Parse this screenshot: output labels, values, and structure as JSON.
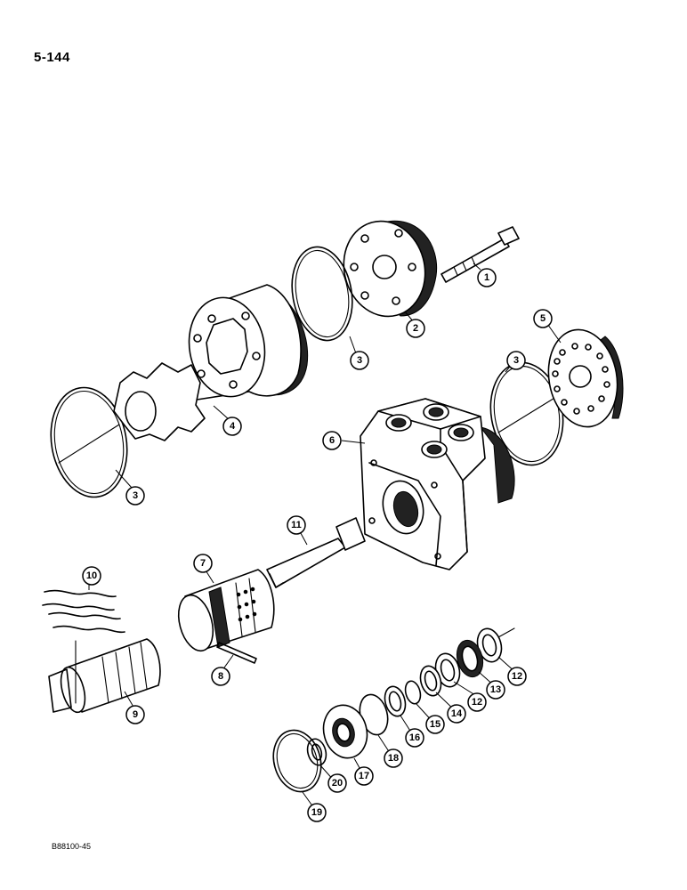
{
  "page_number": "5-144",
  "figure_code": "B88100-45",
  "callouts": [
    {
      "id": "c1",
      "label": "1"
    },
    {
      "id": "c2",
      "label": "2"
    },
    {
      "id": "c3a",
      "label": "3"
    },
    {
      "id": "c3b",
      "label": "3"
    },
    {
      "id": "c3c",
      "label": "3"
    },
    {
      "id": "c4",
      "label": "4"
    },
    {
      "id": "c5",
      "label": "5"
    },
    {
      "id": "c6",
      "label": "6"
    },
    {
      "id": "c7",
      "label": "7"
    },
    {
      "id": "c8",
      "label": "8"
    },
    {
      "id": "c9",
      "label": "9"
    },
    {
      "id": "c10",
      "label": "10"
    },
    {
      "id": "c11",
      "label": "11"
    },
    {
      "id": "c12a",
      "label": "12"
    },
    {
      "id": "c12b",
      "label": "12"
    },
    {
      "id": "c13",
      "label": "13"
    },
    {
      "id": "c14",
      "label": "14"
    },
    {
      "id": "c15",
      "label": "15"
    },
    {
      "id": "c16",
      "label": "16"
    },
    {
      "id": "c17",
      "label": "17"
    },
    {
      "id": "c18",
      "label": "18"
    },
    {
      "id": "c19",
      "label": "19"
    },
    {
      "id": "c20",
      "label": "20"
    }
  ]
}
